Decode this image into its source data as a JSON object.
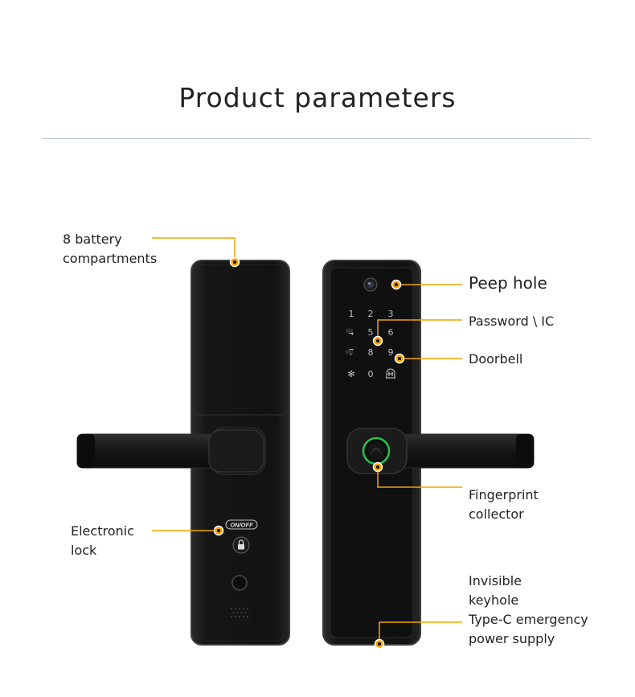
{
  "title": "Product parameters",
  "colors": {
    "accent": "#f5a300",
    "lock_body": "#141414",
    "lock_edge": "#3a3a3a",
    "fingerprint_ring": "#27c24a"
  },
  "labels": {
    "battery": [
      "8 battery",
      "compartments"
    ],
    "peep_hole": "Peep hole",
    "password": "Password \\ IC",
    "doorbell": "Doorbell",
    "fingerprint": [
      "Fingerprint",
      "collector"
    ],
    "electronic_lock": [
      "Electronic",
      "lock"
    ],
    "keyhole_power": [
      "Invisible",
      "keyhole",
      "Type-C emergency",
      "power supply"
    ]
  },
  "back_panel": {
    "switch_label": "ON/OFF"
  },
  "keypad": {
    "keys": [
      "1",
      "2",
      "3",
      "4",
      "5",
      "6",
      "7",
      "8",
      "9",
      "✻",
      "0",
      "bell"
    ]
  }
}
